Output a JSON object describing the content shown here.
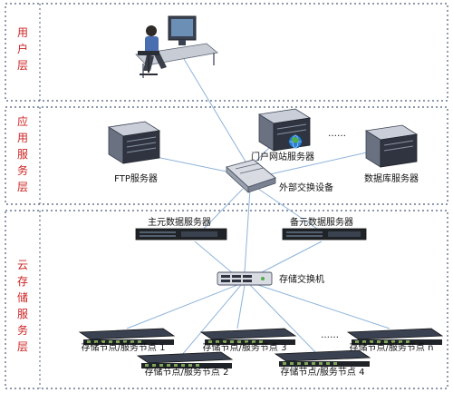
{
  "colors": {
    "border": "#4a5a7a",
    "layer_label": "#cc2222",
    "link": "#8fb3d9",
    "server_dark": "#2f3440",
    "server_mid": "#6a7282",
    "server_light": "#c9ced8",
    "switch_body": "#d8dbe2",
    "node_body": "#202428"
  },
  "layers": {
    "user": [
      "用",
      "户",
      "层"
    ],
    "application": [
      "应",
      "用",
      "服",
      "务",
      "层"
    ],
    "cloud": [
      "云",
      "存",
      "储",
      "服",
      "务",
      "层"
    ]
  },
  "labels": {
    "ftp_server": "FTP服务器",
    "portal_server": "门户网站服务器",
    "ellipsis_app": "……",
    "database_server": "数据库服务器",
    "external_switch": "外部交换设备",
    "primary_metadata": "主元数据服务器",
    "backup_metadata": "备元数据服务器",
    "storage_switch": "存储交换机",
    "node1": "存储节点/服务节点 1",
    "node2": "存储节点/服务节点 2",
    "node3": "存储节点/服务节点 3",
    "node4": "存储节点/服务节点 4",
    "noden": "存储节点/服务节点 n",
    "ellipsis_nodes": "……"
  },
  "icons": [
    "user-workstation-icon",
    "server-tower-icon",
    "globe-icon",
    "network-switch-icon",
    "rack-server-icon",
    "storage-node-icon"
  ]
}
